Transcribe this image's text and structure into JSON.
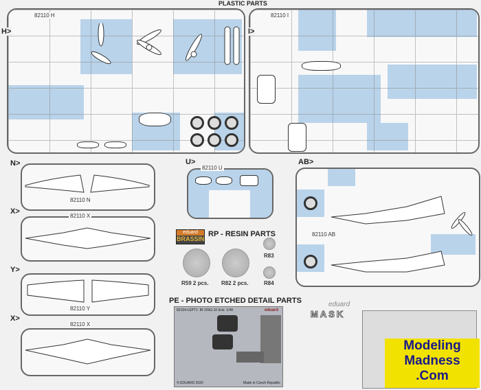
{
  "title": "PLASTIC PARTS",
  "sprues": {
    "H": {
      "label": "H>",
      "code": "82110 H"
    },
    "I": {
      "label": "I>",
      "code": "82110 I"
    },
    "N": {
      "label": "N>",
      "code": "82110 N"
    },
    "X1": {
      "label": "X>",
      "code": "82110 X"
    },
    "Y": {
      "label": "Y>",
      "code": "82110 Y"
    },
    "X2": {
      "label": "X>",
      "code": "82110 X"
    },
    "U": {
      "label": "U>",
      "code": "82110 U"
    },
    "AB": {
      "label": "AB>",
      "code": "82110 AB"
    }
  },
  "resin": {
    "logo_top": "eduard",
    "logo_bottom": "BRASSIN",
    "title": "RP - RESIN PARTS",
    "parts": [
      {
        "id": "R59",
        "qty": "2 pcs."
      },
      {
        "id": "R82",
        "qty": "2 pcs."
      },
      {
        "id": "R83"
      },
      {
        "id": "R84"
      }
    ]
  },
  "pe": {
    "title": "PE - PHOTO ETCHED DETAIL PARTS",
    "code": "82164-LEPT1",
    "name": "Bf 109G-10 Erla",
    "scale": "1/48",
    "brand": "eduard",
    "copyright": "© EDUARD 2020",
    "origin": "Made in Czech Republic"
  },
  "mask": {
    "brand": "eduard",
    "label": "MASK"
  },
  "watermark": {
    "line1": "Modeling",
    "line2": "Madness",
    "line3": ".Com"
  }
}
